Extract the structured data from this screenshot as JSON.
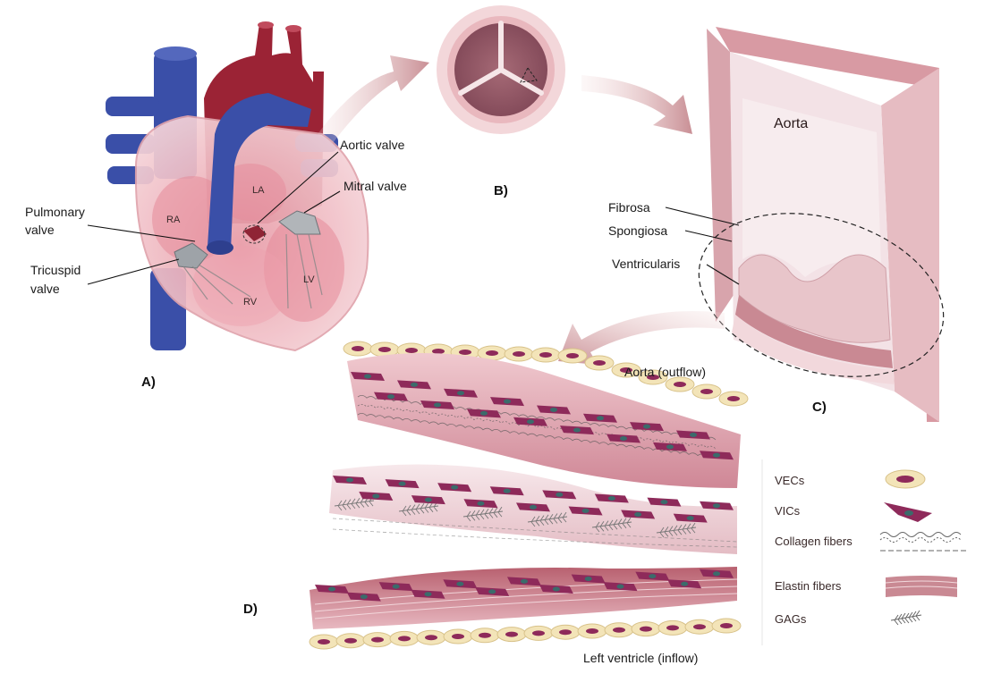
{
  "panels": {
    "a": "A)",
    "b": "B)",
    "c": "C)",
    "d": "D)"
  },
  "heart": {
    "aortic_valve": "Aortic valve",
    "mitral_valve": "Mitral valve",
    "pulmonary_valve_1": "Pulmonary",
    "pulmonary_valve_2": "valve",
    "tricuspid_valve_1": "Tricuspid",
    "tricuspid_valve_2": "valve",
    "ra": "RA",
    "la": "LA",
    "rv": "RV",
    "lv": "LV"
  },
  "aorta": {
    "title": "Aorta",
    "fibrosa": "Fibrosa",
    "spongiosa": "Spongiosa",
    "ventricularis": "Ventricularis"
  },
  "layers": {
    "outflow": "Aorta (outflow)",
    "inflow": "Left ventricle (inflow)"
  },
  "legend": [
    {
      "key": "vecs",
      "label": "VECs"
    },
    {
      "key": "vics",
      "label": "VICs"
    },
    {
      "key": "collagen",
      "label": "Collagen fibers"
    },
    {
      "key": "elastin",
      "label": "Elastin fibers"
    },
    {
      "key": "gags",
      "label": "GAGs"
    }
  ],
  "colors": {
    "vein_blue": "#3a4fa8",
    "artery_red": "#9b2335",
    "tissue_pink": "#e9b7c0",
    "cell_magenta": "#8e2a5a",
    "vec_cream": "#f3e4b8",
    "arrow_pink": "#d8a7ab"
  }
}
